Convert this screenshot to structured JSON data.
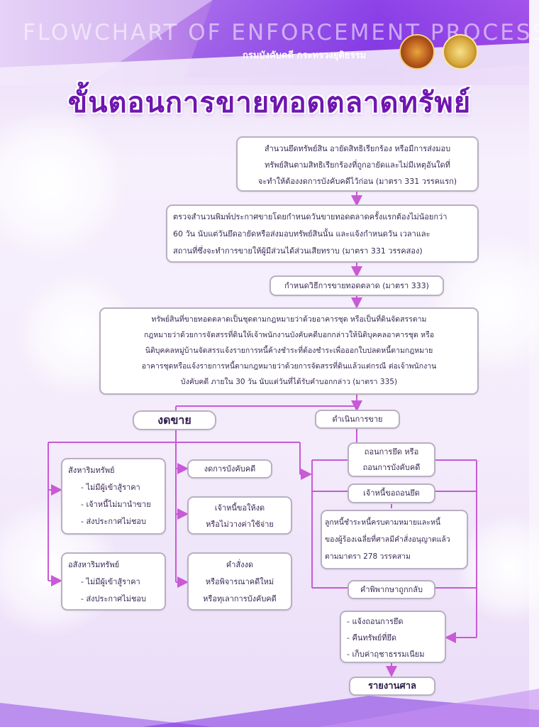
{
  "header": {
    "english_title": "FLOWCHART  OF  ENFORCEMENT  PROCESS",
    "department": "กรมบังคับคดี  กระทรวงยุติธรรม",
    "logo1": "legal-execution-department-seal",
    "logo2": "ministry-of-justice-seal"
  },
  "title": "ขั้นตอนการขายทอดตลาดทรัพย์",
  "steps": {
    "step1": [
      "สำนวนยึดทรัพย์สิน  อายัดสิทธิเรียกร้อง  หรือมีการส่งมอบ",
      "ทรัพย์สินตามสิทธิเรียกร้องที่ถูกอายัดและไม่มีเหตุอันใดที่",
      "จะทำให้ต้องงดการบังคับคดีไว้ก่อน (มาตรา 331 วรรคแรก)"
    ],
    "step2": [
      "ตรวจสำนวนพิมพ์ประกาศขายโดยกำหนดวันขายทอดตลาดครั้งแรกต้องไม่น้อยกว่า",
      "60  วัน  นับแต่วันยึดอายัดหรือส่งมอบทรัพย์สินนั้น  และแจ้งกำหนดวัน  เวลาและ",
      "สถานที่ซึ่งจะทำการขายให้ผู้มีส่วนได้ส่วนเสียทราบ (มาตรา 331 วรรคสอง)"
    ],
    "step3": "กำหนดวิธีการขายทอดตลาด (มาตรา 333)",
    "step4": [
      "ทรัพย์สินที่ขายทอดตลาดเป็นชุดตามกฎหมายว่าด้วยอาคารชุด  หรือเป็นที่ดินจัดสรรตาม",
      "กฎหมายว่าด้วยการจัดสรรที่ดินให้เจ้าพนักงานบังคับคดีบอกกล่าวให้นิติบุคคลอาคารชุด  หรือ",
      "นิติบุคคลหมู่บ้านจัดสรรแจ้งรายการหนี้ค้างชำระที่ต้องชำระเพื่อออกใบปลดหนี้ตามกฎหมาย",
      "อาคารชุดหรือแจ้งรายการหนี้ตามกฎหมายว่าด้วยการจัดสรรที่ดินแล้วแต่กรณี  ต่อเจ้าพนักงาน",
      "บังคับคดี  ภายใน  30  วัน  นับแต่วันที่ได้รับคำบอกกล่าว  (มาตรา 335)"
    ]
  },
  "left_branch": {
    "label": "งดขาย",
    "movable": {
      "title": "สังหาริมทรัพย์",
      "items": [
        "- ไม่มีผู้เข้าสู้ราคา",
        "- เจ้าหนี้ไม่มานำขาย",
        "- ส่งประกาศไม่ชอบ"
      ]
    },
    "immovable": {
      "title": "อสังหาริมทรัพย์",
      "items": [
        "- ไม่มีผู้เข้าสู้ราคา",
        "- ส่งประกาศไม่ชอบ"
      ]
    },
    "suspend": "งดการบังคับคดี",
    "creditor_request": [
      "เจ้าหนี้ขอให้งด",
      "หรือไม่วางค่าใช้จ่าย"
    ],
    "court_order": [
      "คำสั่งงด",
      "หรือพิจารณาคดีใหม่",
      "หรือทุเลาการบังคับคดี"
    ]
  },
  "right_branch": {
    "label": "ดำเนินการขาย",
    "withdraw": [
      "ถอนการยึด  หรือ",
      "ถอนการบังคับคดี"
    ],
    "creditor_withdraw": "เจ้าหนี้ขอถอนยึด",
    "debtor_paid": [
      "ลูกหนี้ชำระหนี้ครบตามหมายและหนี้",
      "ของผู้ร้องเฉลี่ยที่ศาลมีคำสั่งอนุญาตแล้ว",
      "ตามมาตรา 278 วรรคสาม"
    ],
    "judgment_reversed": "คำพิพากษาถูกกลับ",
    "notify": [
      "- แจ้งถอนการยึด",
      "- คืนทรัพย์ที่ยึด",
      "- เก็บค่าฤชาธรรมเนียม"
    ],
    "report": "รายงานศาล"
  },
  "colors": {
    "title": "#6f16b0",
    "line": "#c85ad6",
    "box_border": "#b8b0c2",
    "header_purple": "#7b2fe0"
  }
}
